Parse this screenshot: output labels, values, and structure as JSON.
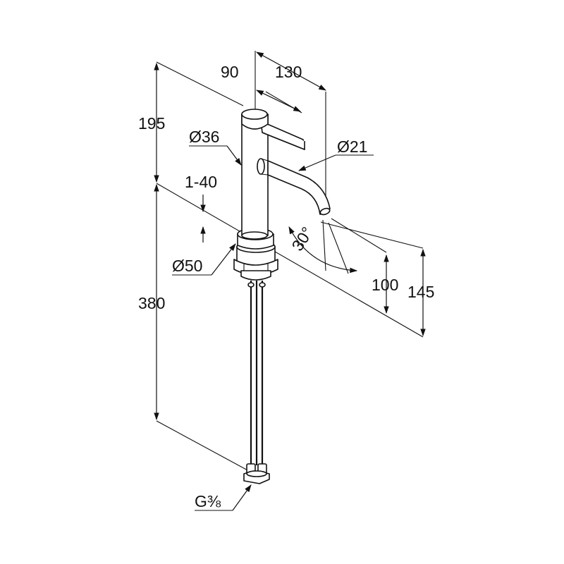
{
  "drawing": {
    "line_color": "#111111",
    "background": "#ffffff",
    "dimensions": {
      "width_lever": "90",
      "width_spout": "130",
      "height_total": "195",
      "body_diameter": "Ø36",
      "spout_diameter": "Ø21",
      "deck_thickness": "1-40",
      "base_diameter": "Ø50",
      "spout_angle": "30°",
      "spout_height": "100",
      "spout_reach": "145",
      "hose_length": "380",
      "connection_thread": "G⅜"
    }
  }
}
